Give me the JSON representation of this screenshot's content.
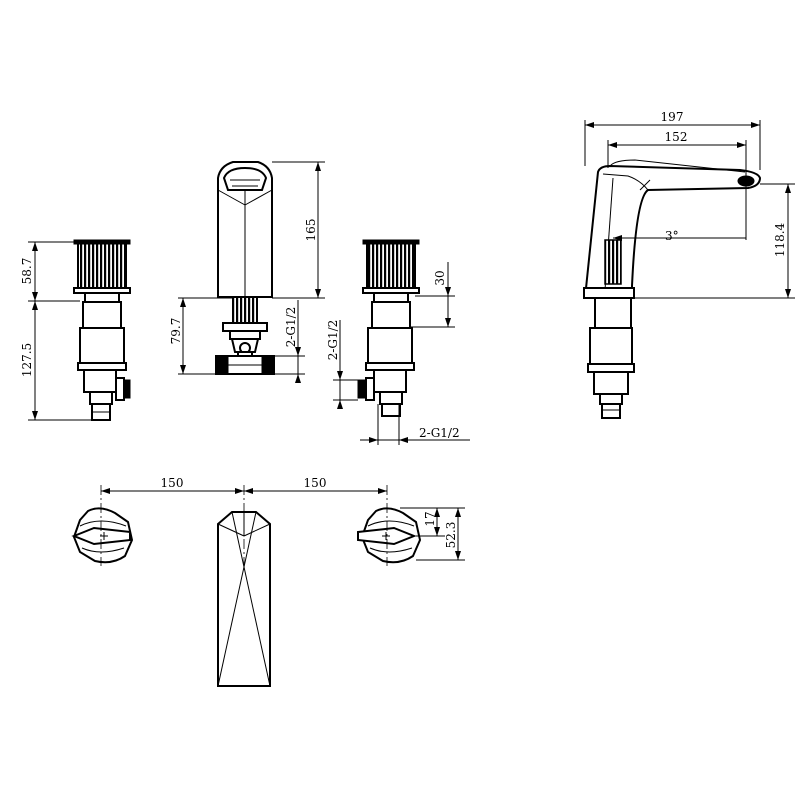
{
  "dimensions": {
    "handle_height": "58.7",
    "valve_height": "127.5",
    "spout_height": "165",
    "spout_body_height": "79.7",
    "spout_thread": "2-G1/2",
    "right_handle_height": "30",
    "right_thread_vertical": "2-G1/2",
    "right_thread_horizontal": "2-G1/2",
    "side_total_length": "197",
    "side_reach": "152",
    "side_angle": "3°",
    "side_height": "118.4",
    "plan_spacing_left": "150",
    "plan_spacing_right": "150",
    "plan_handle_offset": "17",
    "plan_handle_depth": "52.3"
  },
  "colors": {
    "line": "#000000",
    "background": "#ffffff"
  }
}
